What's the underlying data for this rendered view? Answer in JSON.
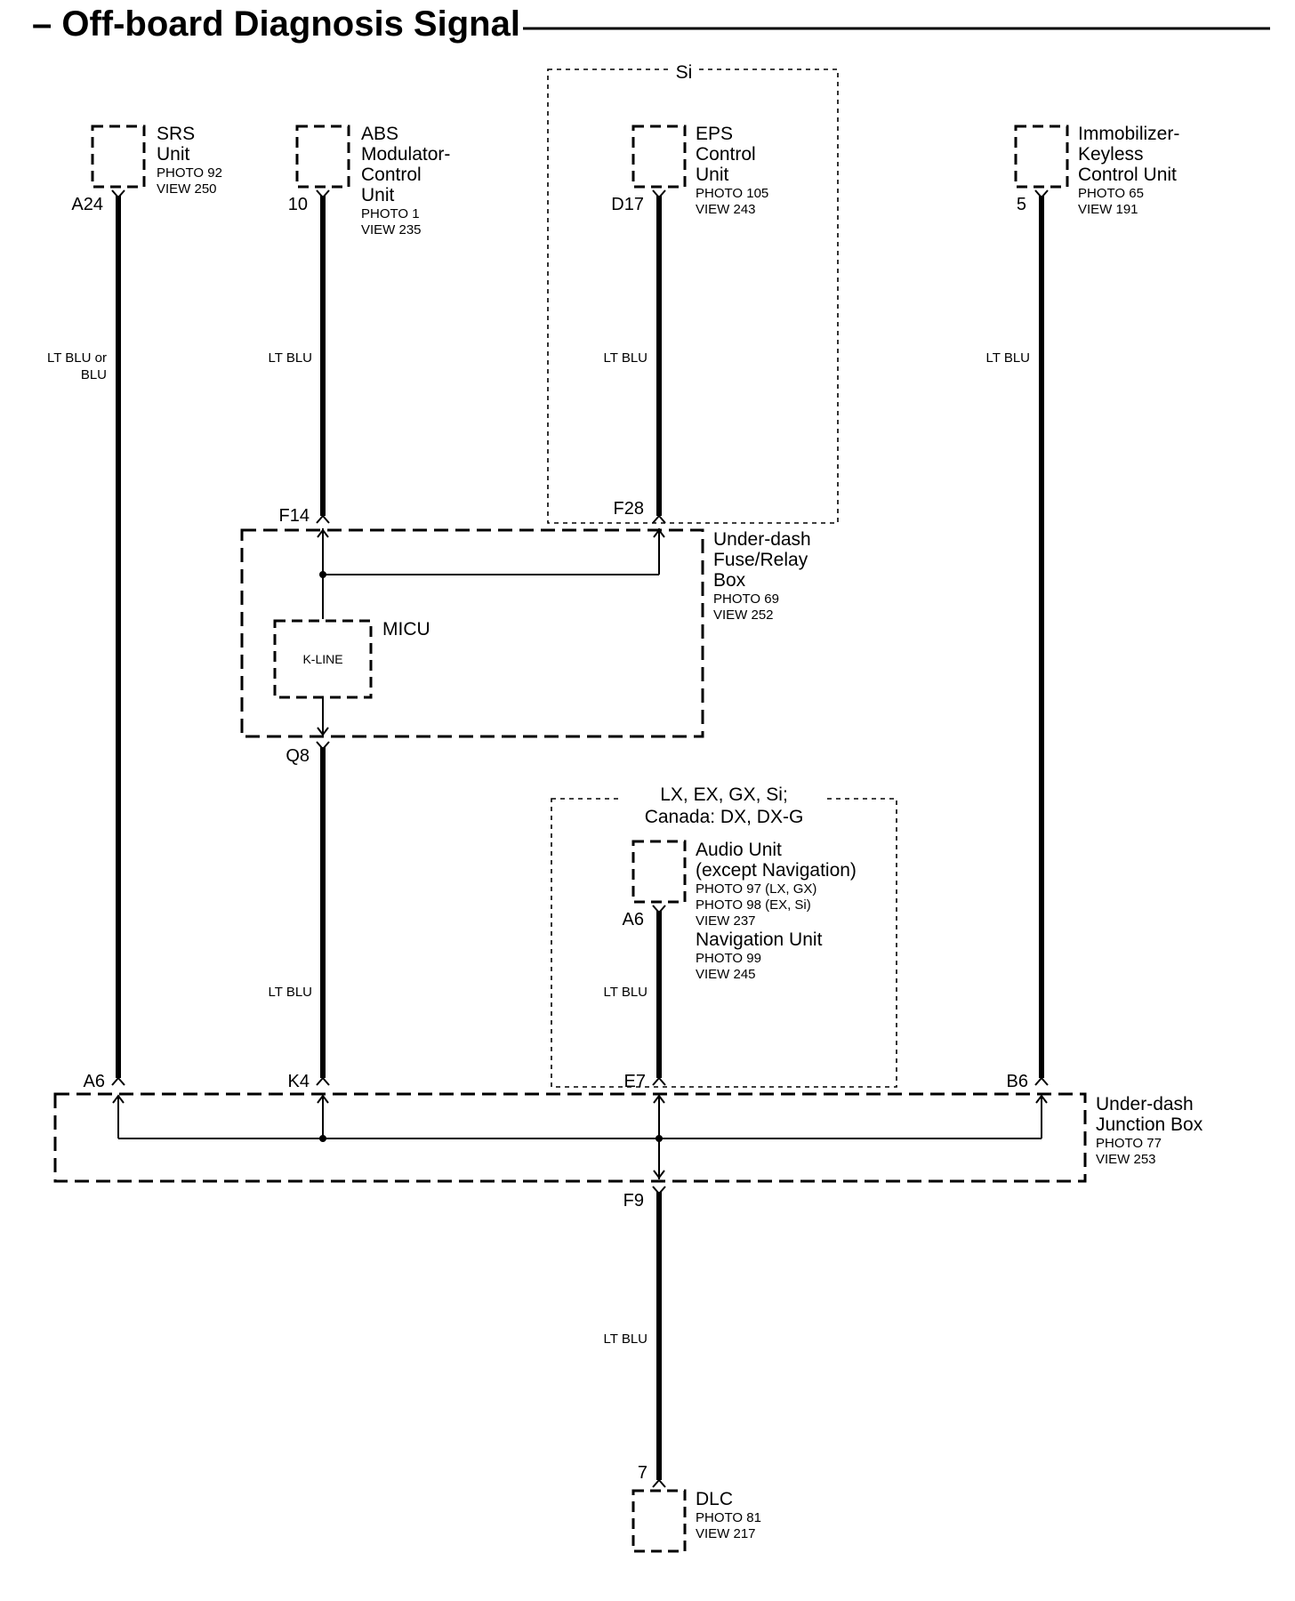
{
  "title": "– Off-board Diagnosis Signal",
  "variant_boxes": {
    "si": "Si",
    "audio_group_line1": "LX, EX, GX, Si;",
    "audio_group_line2": "Canada: DX, DX-G"
  },
  "components": {
    "srs": {
      "name": [
        "SRS",
        "Unit"
      ],
      "refs": [
        "PHOTO 92",
        "VIEW 250"
      ],
      "pin": "A24"
    },
    "abs": {
      "name": [
        "ABS",
        "Modulator-",
        "Control",
        "Unit"
      ],
      "refs": [
        "PHOTO 1",
        "VIEW 235"
      ],
      "pin": "10"
    },
    "eps": {
      "name": [
        "EPS",
        "Control",
        "Unit"
      ],
      "refs": [
        "PHOTO 105",
        "VIEW 243"
      ],
      "pin": "D17"
    },
    "immobilizer": {
      "name": [
        "Immobilizer-",
        "Keyless",
        "Control Unit"
      ],
      "refs": [
        "PHOTO 65",
        "VIEW 191"
      ],
      "pin": "5"
    },
    "fuse_relay_box": {
      "name": [
        "Under-dash",
        "Fuse/Relay",
        "Box"
      ],
      "refs": [
        "PHOTO 69",
        "VIEW 252"
      ],
      "pins": {
        "f14": "F14",
        "f28": "F28",
        "q8": "Q8"
      }
    },
    "micu": {
      "name": "MICU",
      "inner": "K-LINE"
    },
    "audio": {
      "name": [
        "Audio Unit",
        "(except Navigation)"
      ],
      "refs": [
        "PHOTO 97 (LX, GX)",
        "PHOTO 98 (EX, Si)",
        "VIEW 237"
      ],
      "nav_name": "Navigation Unit",
      "nav_refs": [
        "PHOTO 99",
        "VIEW 245"
      ],
      "pin": "A6"
    },
    "junction_box": {
      "name": [
        "Under-dash",
        "Junction Box"
      ],
      "refs": [
        "PHOTO 77",
        "VIEW 253"
      ],
      "pins": {
        "a6": "A6",
        "k4": "K4",
        "e7": "E7",
        "b6": "B6",
        "f9": "F9"
      }
    },
    "dlc": {
      "name": "DLC",
      "refs": [
        "PHOTO 81",
        "VIEW 217"
      ],
      "pin": "7"
    }
  },
  "wire_colors": {
    "srs": [
      "LT BLU or",
      "BLU"
    ],
    "abs": "LT BLU",
    "eps": "LT BLU",
    "immobilizer": "LT BLU",
    "micu_to_junction": "LT BLU",
    "audio": "LT BLU",
    "dlc": "LT BLU"
  }
}
